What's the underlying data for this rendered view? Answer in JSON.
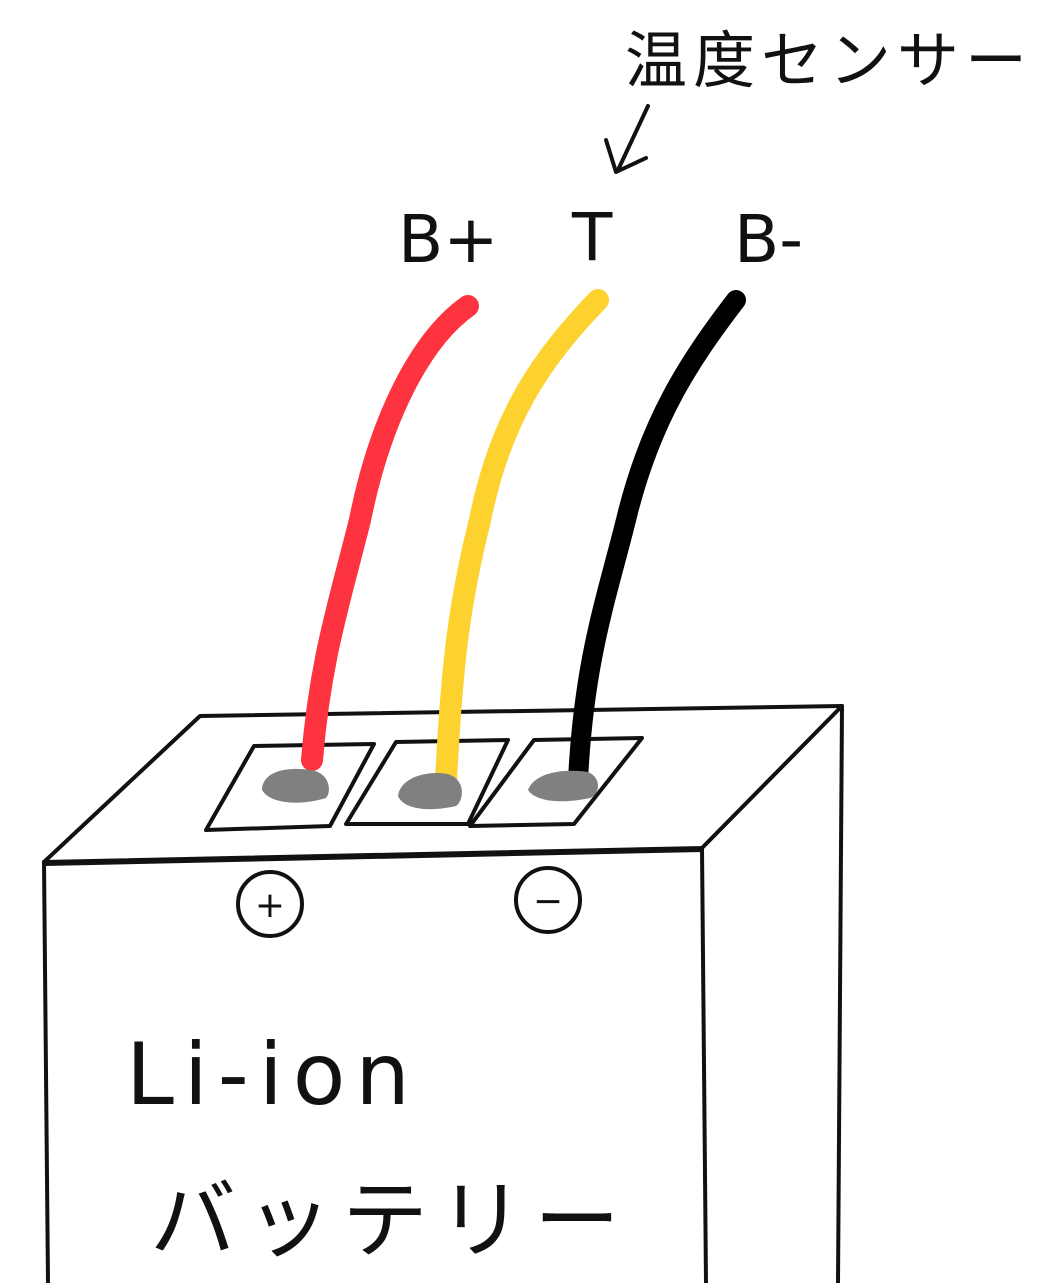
{
  "sensor_label": "温度センサー",
  "terminal_labels": {
    "positive": "B+",
    "temperature": "T",
    "negative": "B-"
  },
  "polarity_marks": {
    "positive": "+",
    "negative": "−"
  },
  "battery": {
    "line1": "Li-ion",
    "line2": "バッテリー"
  },
  "colors": {
    "wire_positive": "#fe3340",
    "wire_temperature": "#fdd22e",
    "wire_negative": "#000000",
    "solder": "#808080",
    "outline": "#111111",
    "background": "#ffffff"
  },
  "icons": {
    "arrow": "arrow-down-left-icon",
    "positive_terminal": "plus-circle-icon",
    "negative_terminal": "minus-circle-icon"
  }
}
